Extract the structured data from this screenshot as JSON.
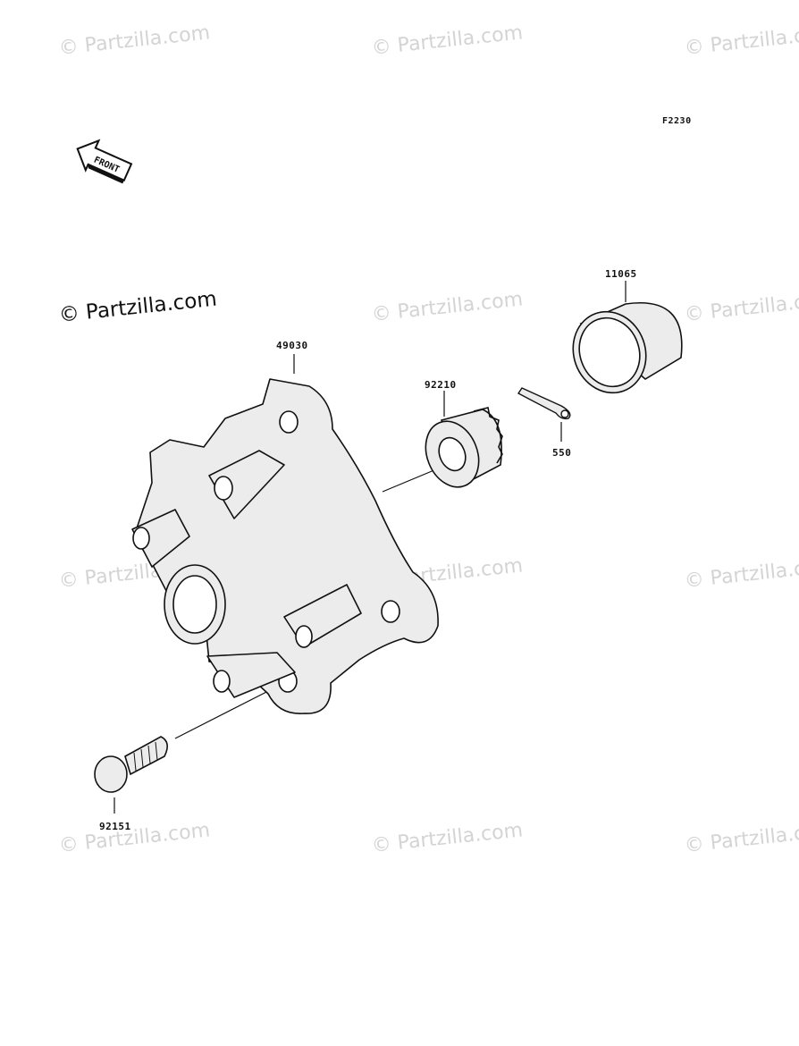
{
  "figure_code": "F2230",
  "watermark_text": "© Partzilla.com",
  "front_arrow_label": "FRONT",
  "parts": [
    {
      "number": "49030",
      "name": "hub"
    },
    {
      "number": "92210",
      "name": "nut"
    },
    {
      "number": "550",
      "name": "cotter-pin"
    },
    {
      "number": "11065",
      "name": "cap"
    },
    {
      "number": "92151",
      "name": "bolt"
    }
  ],
  "colors": {
    "part_fill": "#ececec",
    "stroke": "#111111",
    "watermark": "#d4d4d4"
  }
}
